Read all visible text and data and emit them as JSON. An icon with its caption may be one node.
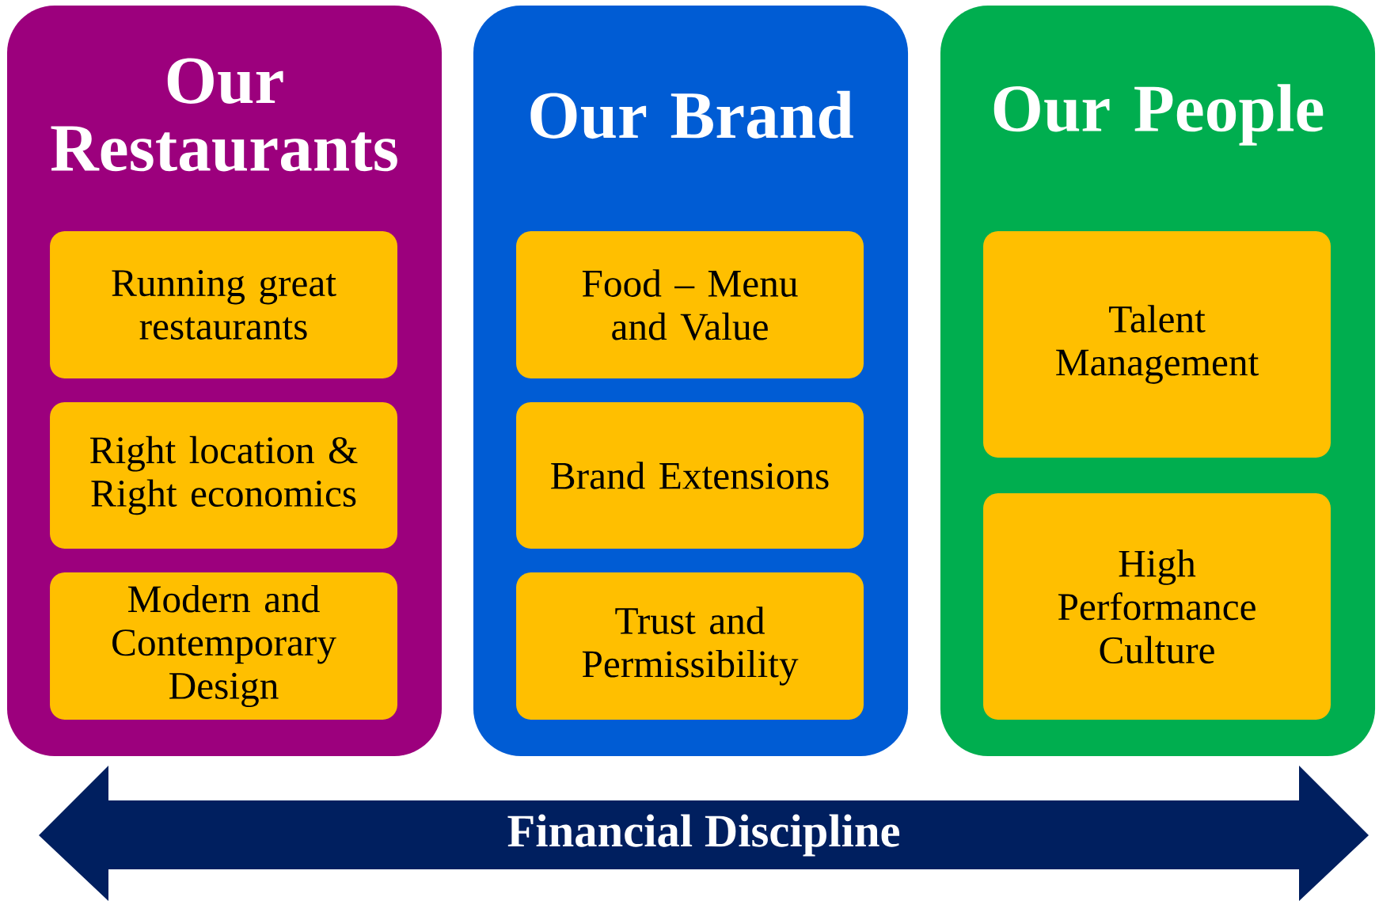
{
  "diagram": {
    "nodes": [
      {
        "text": [
          "Our Restaurants"
        ]
      },
      {
        "text": [
          "Running great restaurants"
        ],
        "in": 0
      },
      {
        "text": [
          "Right location & Right economics"
        ],
        "in": 0
      },
      {
        "text": [
          "Modern and Contemporary Design"
        ],
        "in": 0
      },
      {
        "text": [
          "Our Brand"
        ]
      },
      {
        "text": [
          "Food – Menu and Value"
        ],
        "in": 4
      },
      {
        "text": [
          "Brand Extensions"
        ],
        "in": 4
      },
      {
        "text": [
          "Trust and Permissibility"
        ],
        "in": 4
      },
      {
        "text": [
          "Our People"
        ]
      },
      {
        "text": [
          "Talent Management"
        ],
        "in": 8
      },
      {
        "text": [
          "High Performance Culture"
        ],
        "in": 8
      },
      {
        "text": [
          "Financial Discipline"
        ]
      }
    ]
  }
}
